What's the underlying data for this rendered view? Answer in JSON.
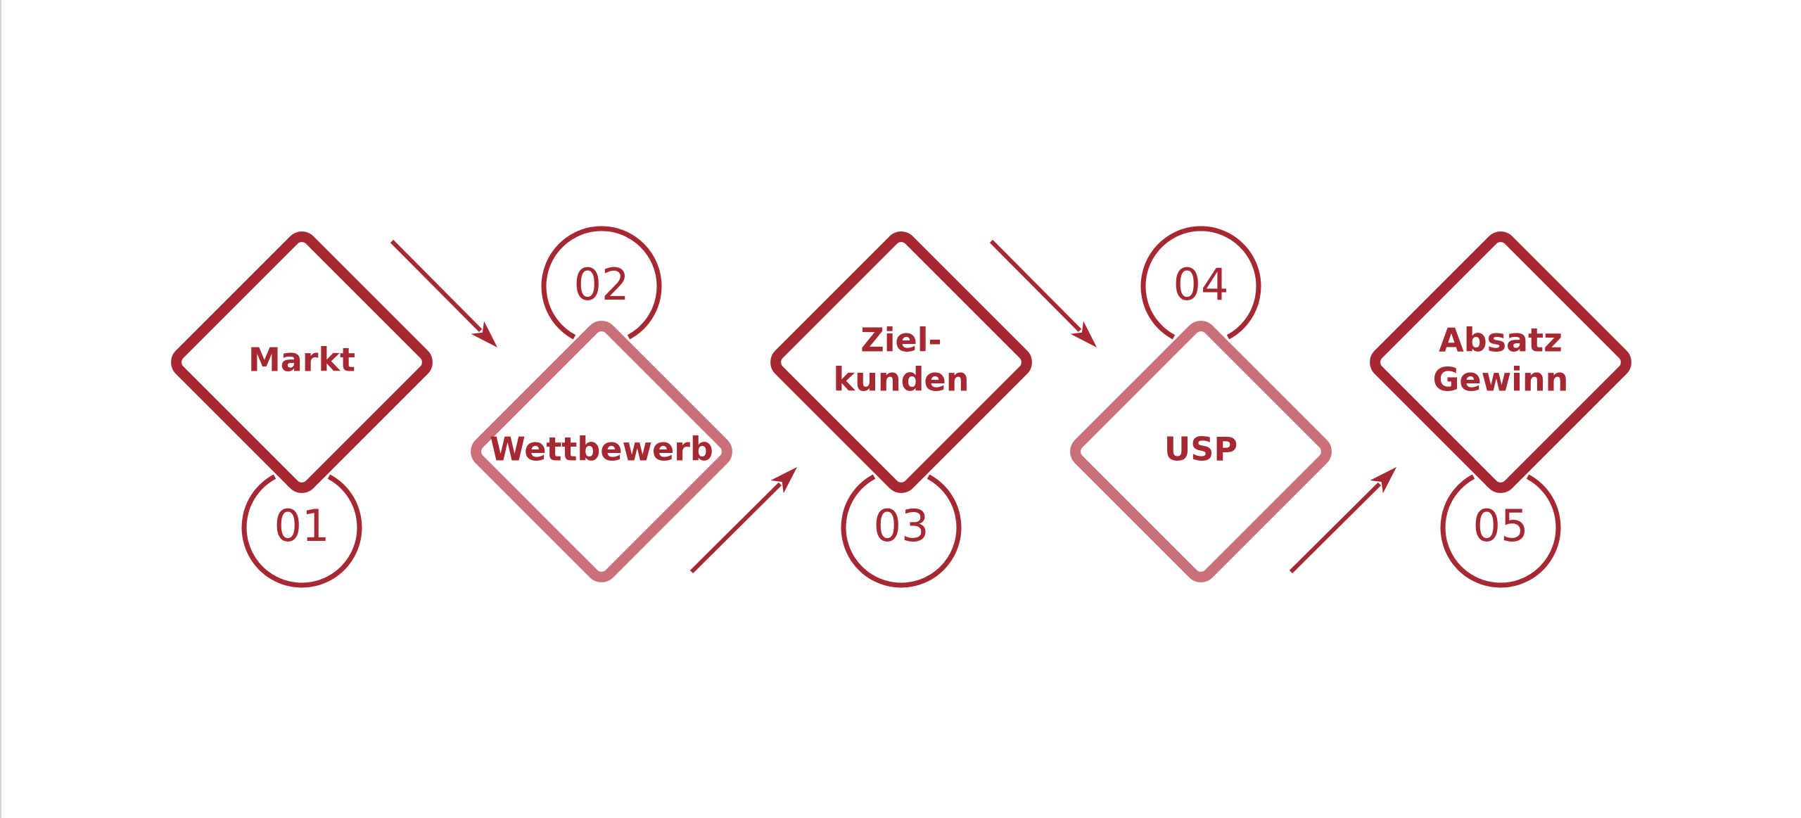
{
  "colors": {
    "primary": "#a52833",
    "light": "#c97079",
    "background": "#ffffff"
  },
  "steps": [
    {
      "number": "01",
      "lines": [
        "Markt"
      ],
      "tone": "primary",
      "row": "top",
      "badge": "below"
    },
    {
      "number": "02",
      "lines": [
        "Wettbewerb"
      ],
      "tone": "light",
      "row": "bottom",
      "badge": "above"
    },
    {
      "number": "03",
      "lines": [
        "Ziel-",
        "kunden"
      ],
      "tone": "primary",
      "row": "top",
      "badge": "below"
    },
    {
      "number": "04",
      "lines": [
        "USP"
      ],
      "tone": "light",
      "row": "bottom",
      "badge": "above"
    },
    {
      "number": "05",
      "lines": [
        "Absatz",
        "Gewinn"
      ],
      "tone": "primary",
      "row": "top",
      "badge": "below"
    }
  ],
  "connectors": [
    {
      "from": "01",
      "to": "02",
      "direction": "down-right",
      "icon": "arrow-icon"
    },
    {
      "from": "02",
      "to": "03",
      "direction": "up-right",
      "icon": "arrow-icon"
    },
    {
      "from": "03",
      "to": "04",
      "direction": "down-right",
      "icon": "arrow-icon"
    },
    {
      "from": "04",
      "to": "05",
      "direction": "up-right",
      "icon": "arrow-icon"
    }
  ]
}
